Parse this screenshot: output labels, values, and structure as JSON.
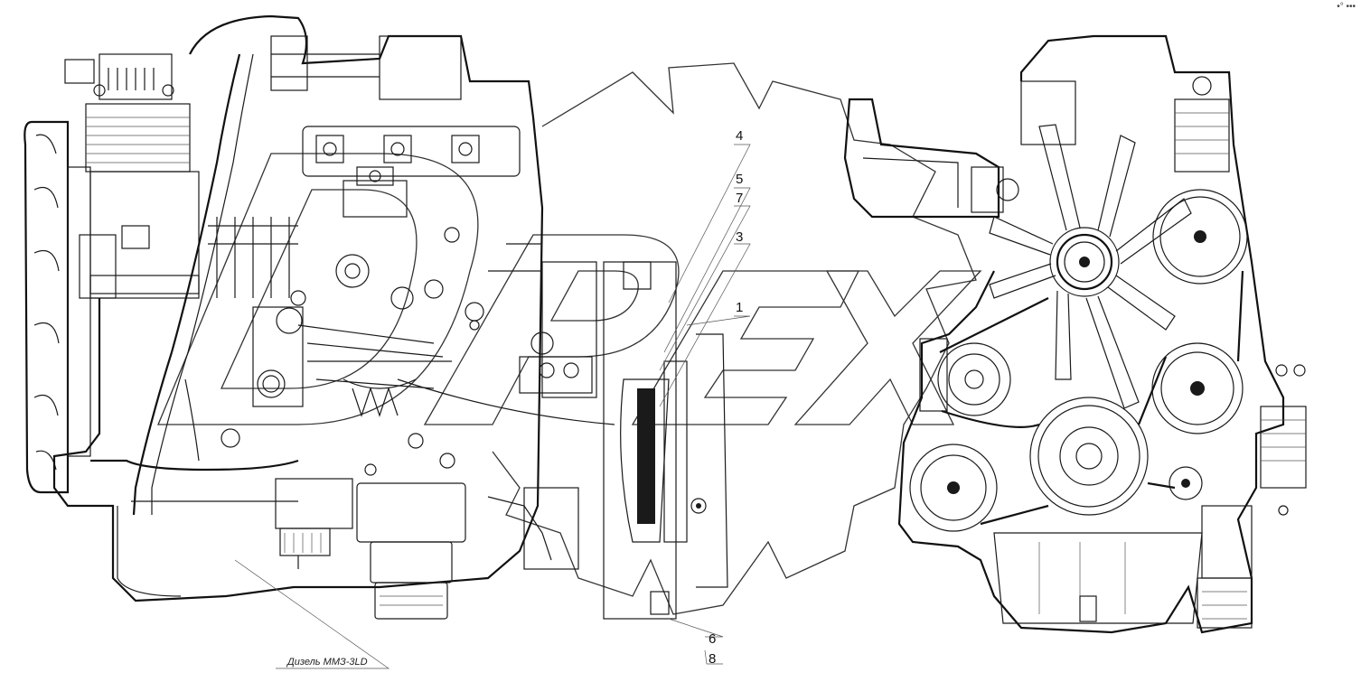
{
  "callouts": {
    "c4": "4",
    "c5": "5",
    "c7": "7",
    "c3": "3",
    "c1": "1",
    "c6": "6",
    "c8": "8"
  },
  "caption": "Дизель ММЗ-3LD",
  "watermark": "DPEX",
  "corner_mark": "•° •••"
}
